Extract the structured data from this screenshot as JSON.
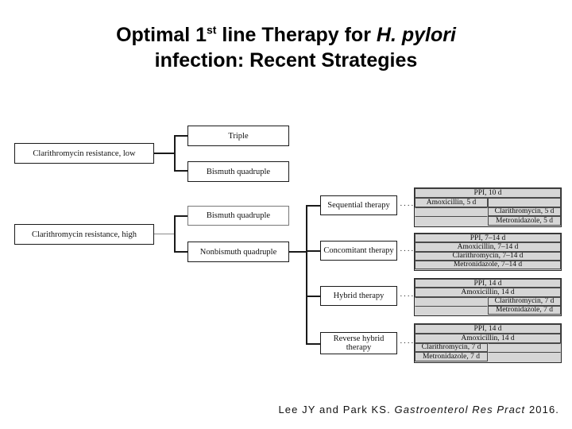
{
  "slide": {
    "title": {
      "line1_pre": "Optimal 1",
      "line1_sup": "st",
      "line1_mid": " line Therapy for ",
      "line1_italic": "H. pylori",
      "line2": "infection: Recent Strategies"
    },
    "citation": {
      "authors": "Lee JY and Park KS. ",
      "journal": "Gastroenterol Res Pract",
      "year": " 2016."
    }
  },
  "flowchart": {
    "root_nodes": [
      {
        "id": "clr-low",
        "label": "Clarithromycin resistance, low"
      },
      {
        "id": "clr-high",
        "label": "Clarithromycin resistance, high"
      }
    ],
    "branch_nodes": [
      {
        "id": "triple",
        "label": "Triple"
      },
      {
        "id": "bismuth-quad",
        "label": "Bismuth quadruple"
      },
      {
        "id": "bismuth-quad-2",
        "label": "Bismuth quadruple"
      },
      {
        "id": "nonbismuth-quad",
        "label": "Nonbismuth quadruple"
      }
    ],
    "therapy_nodes": [
      {
        "id": "sequential",
        "label": "Sequential therapy"
      },
      {
        "id": "concomitant",
        "label": "Concomitant therapy"
      },
      {
        "id": "hybrid",
        "label": "Hybrid therapy"
      },
      {
        "id": "reverse-hybrid",
        "label": "Reverse hybrid therapy"
      }
    ],
    "dots": "····"
  },
  "regimens": [
    {
      "id": "sequential-regimen",
      "rows": [
        {
          "cells": [
            {
              "text": "PPI, 10 d",
              "span": "full"
            }
          ]
        },
        {
          "cells": [
            {
              "text": "Amoxicillin, 5 d",
              "span": "left"
            },
            {
              "text": "",
              "span": "right"
            }
          ]
        },
        {
          "cells": [
            {
              "text": "",
              "span": "left-blank"
            },
            {
              "text": "Clarithromycin, 5 d",
              "span": "right"
            }
          ]
        },
        {
          "cells": [
            {
              "text": "",
              "span": "left-blank"
            },
            {
              "text": "Metronidazole, 5 d",
              "span": "right"
            }
          ]
        }
      ]
    },
    {
      "id": "concomitant-regimen",
      "rows": [
        {
          "cells": [
            {
              "text": "PPI, 7–14 d",
              "span": "full"
            }
          ]
        },
        {
          "cells": [
            {
              "text": "Amoxicillin, 7–14 d",
              "span": "full"
            }
          ]
        },
        {
          "cells": [
            {
              "text": "Clarithromycin, 7–14 d",
              "span": "full"
            }
          ]
        },
        {
          "cells": [
            {
              "text": "Metronidazole, 7–14 d",
              "span": "full"
            }
          ]
        }
      ]
    },
    {
      "id": "hybrid-regimen",
      "rows": [
        {
          "cells": [
            {
              "text": "PPI, 14 d",
              "span": "full"
            }
          ]
        },
        {
          "cells": [
            {
              "text": "Amoxicillin, 14 d",
              "span": "full"
            }
          ]
        },
        {
          "cells": [
            {
              "text": "",
              "span": "left-blank"
            },
            {
              "text": "Clarithromycin, 7 d",
              "span": "right"
            }
          ]
        },
        {
          "cells": [
            {
              "text": "",
              "span": "left-blank"
            },
            {
              "text": "Metronidazole, 7 d",
              "span": "right"
            }
          ]
        }
      ]
    },
    {
      "id": "reverse-hybrid-regimen",
      "rows": [
        {
          "cells": [
            {
              "text": "PPI, 14 d",
              "span": "full"
            }
          ]
        },
        {
          "cells": [
            {
              "text": "Amoxicillin, 14 d",
              "span": "full"
            }
          ]
        },
        {
          "cells": [
            {
              "text": "Clarithromycin, 7 d",
              "span": "left"
            },
            {
              "text": "",
              "span": "right-blank"
            }
          ]
        },
        {
          "cells": [
            {
              "text": "Metronidazole, 7 d",
              "span": "left"
            },
            {
              "text": "",
              "span": "right-blank"
            }
          ]
        }
      ]
    }
  ],
  "colors": {
    "table_fill": "#d6d6d6",
    "line": "#1a1a1a",
    "text": "#111111",
    "background": "#ffffff"
  }
}
